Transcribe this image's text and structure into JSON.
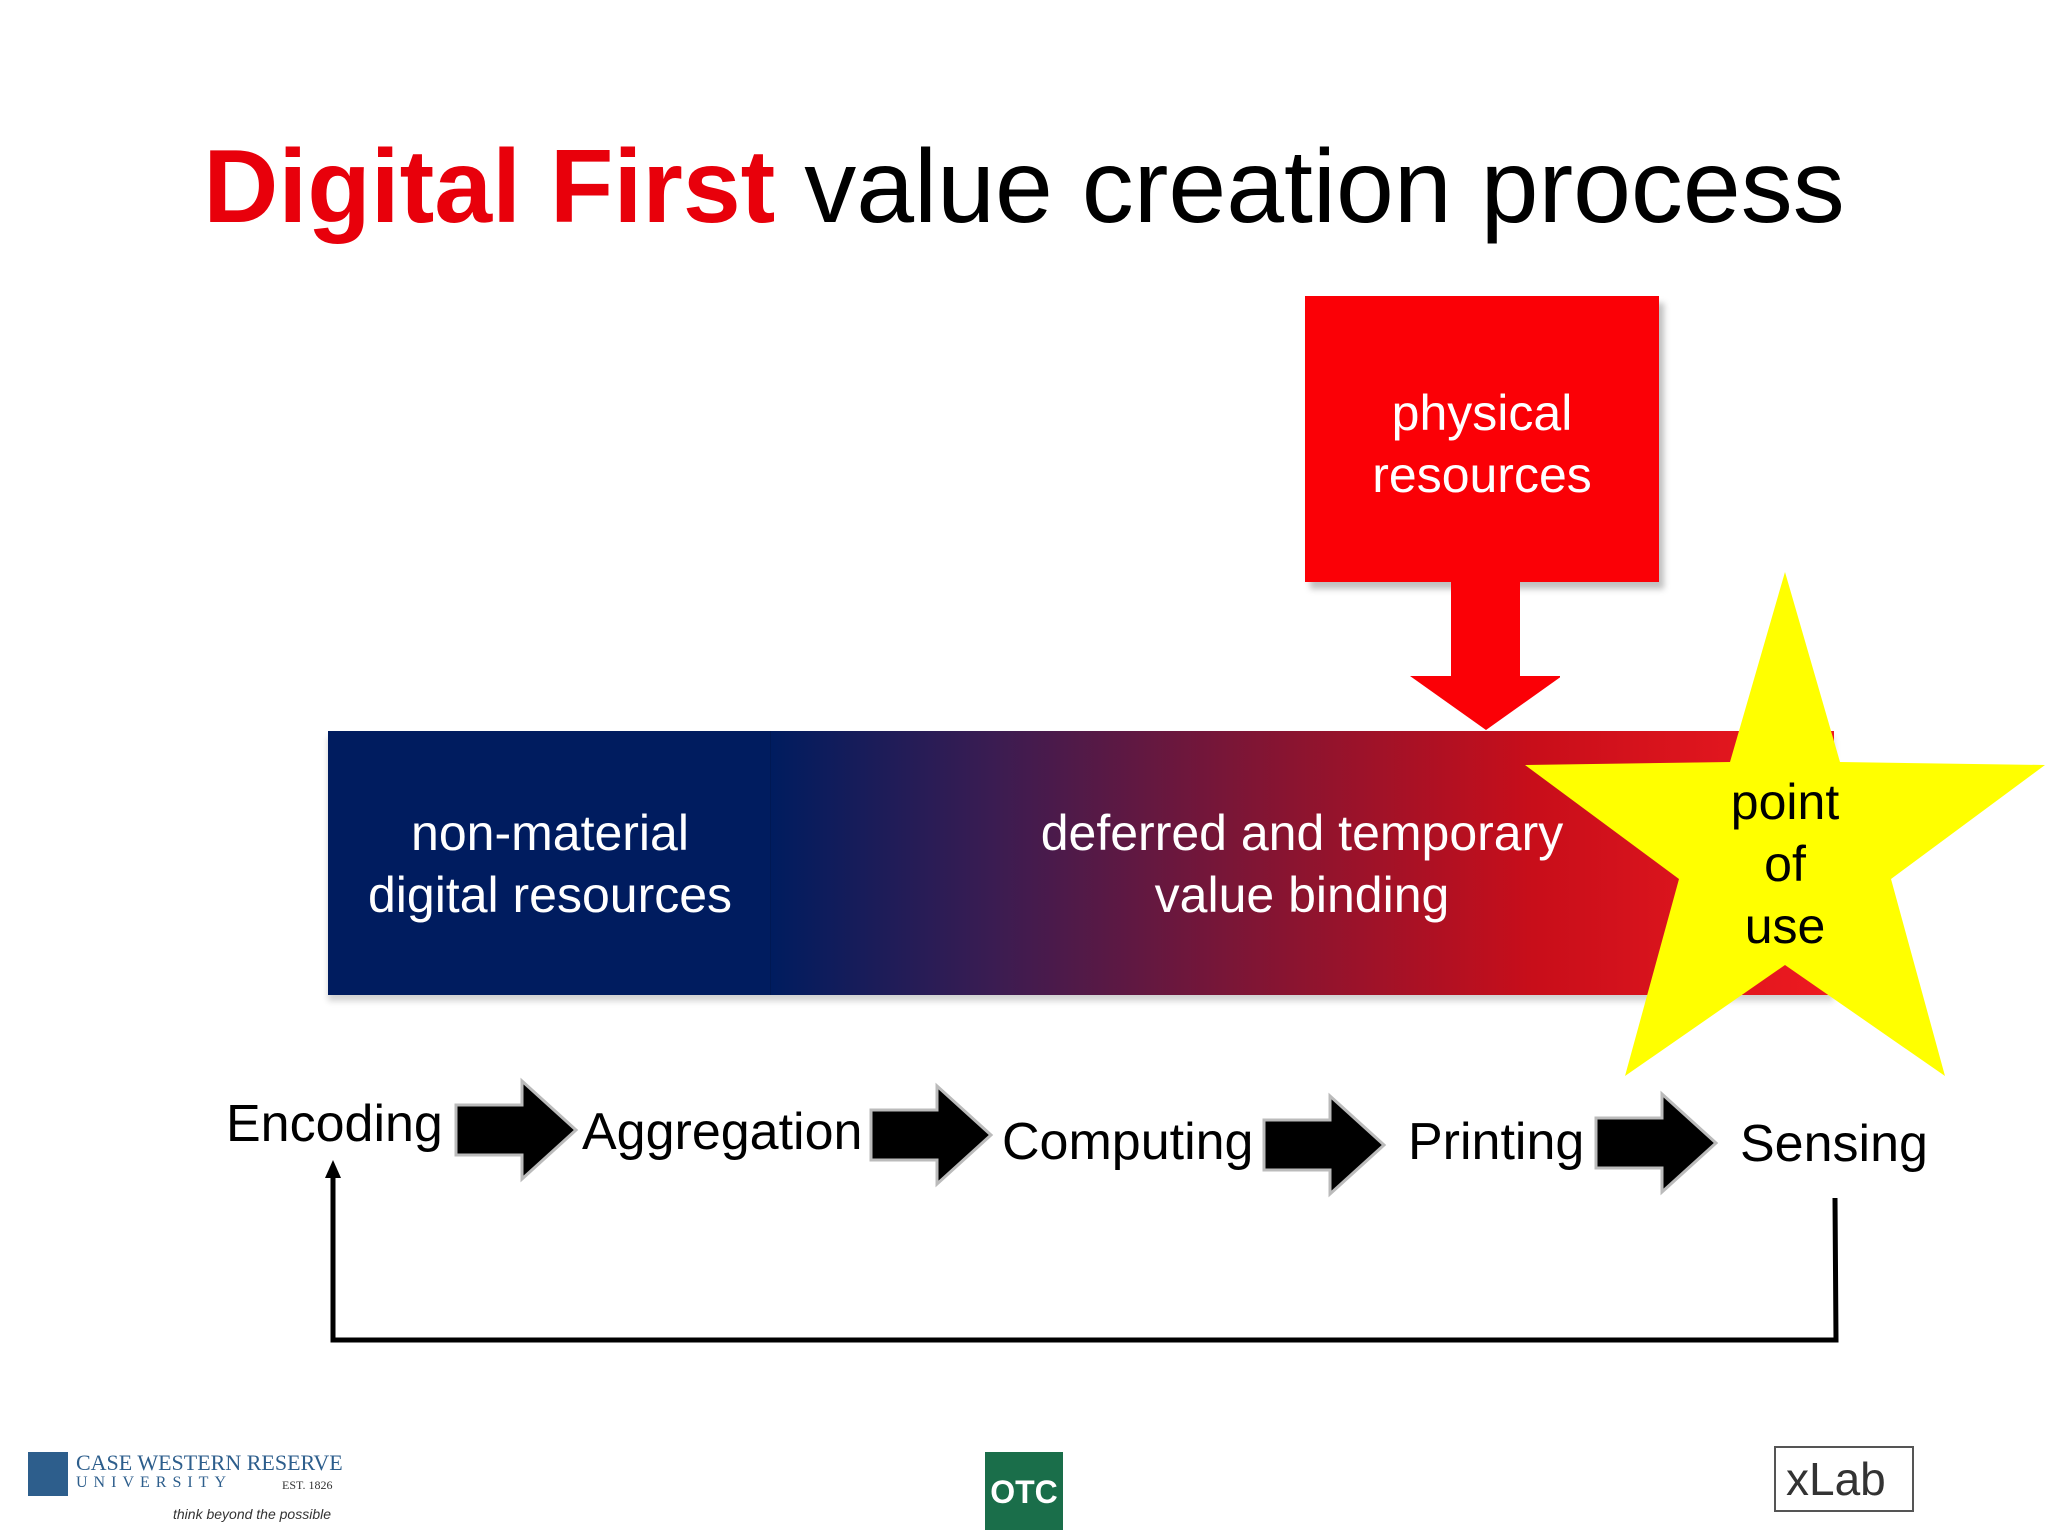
{
  "title": {
    "highlight": "Digital First",
    "rest": "value creation process"
  },
  "physical_box": {
    "line1": "physical",
    "line2": "resources"
  },
  "band": {
    "left": {
      "line1": "non-material",
      "line2": "digital resources"
    },
    "middle": {
      "line1": "deferred and temporary",
      "line2": "value binding"
    }
  },
  "star": {
    "line1": "point",
    "line2": "of",
    "line3": "use"
  },
  "steps": [
    "Encoding",
    "Aggregation",
    "Computing",
    "Printing",
    "Sensing"
  ],
  "logos": {
    "cwru": {
      "line1": "CASE WESTERN RESERVE",
      "line2": "UNIVERSITY",
      "est": "EST. 1826",
      "tagline": "think beyond the possible"
    },
    "center": "OTC",
    "xlab": "xLab"
  },
  "colors": {
    "red": "#fb0006",
    "navy": "#001c5f",
    "yellow": "#ffff00",
    "title_red": "#e8000b"
  }
}
